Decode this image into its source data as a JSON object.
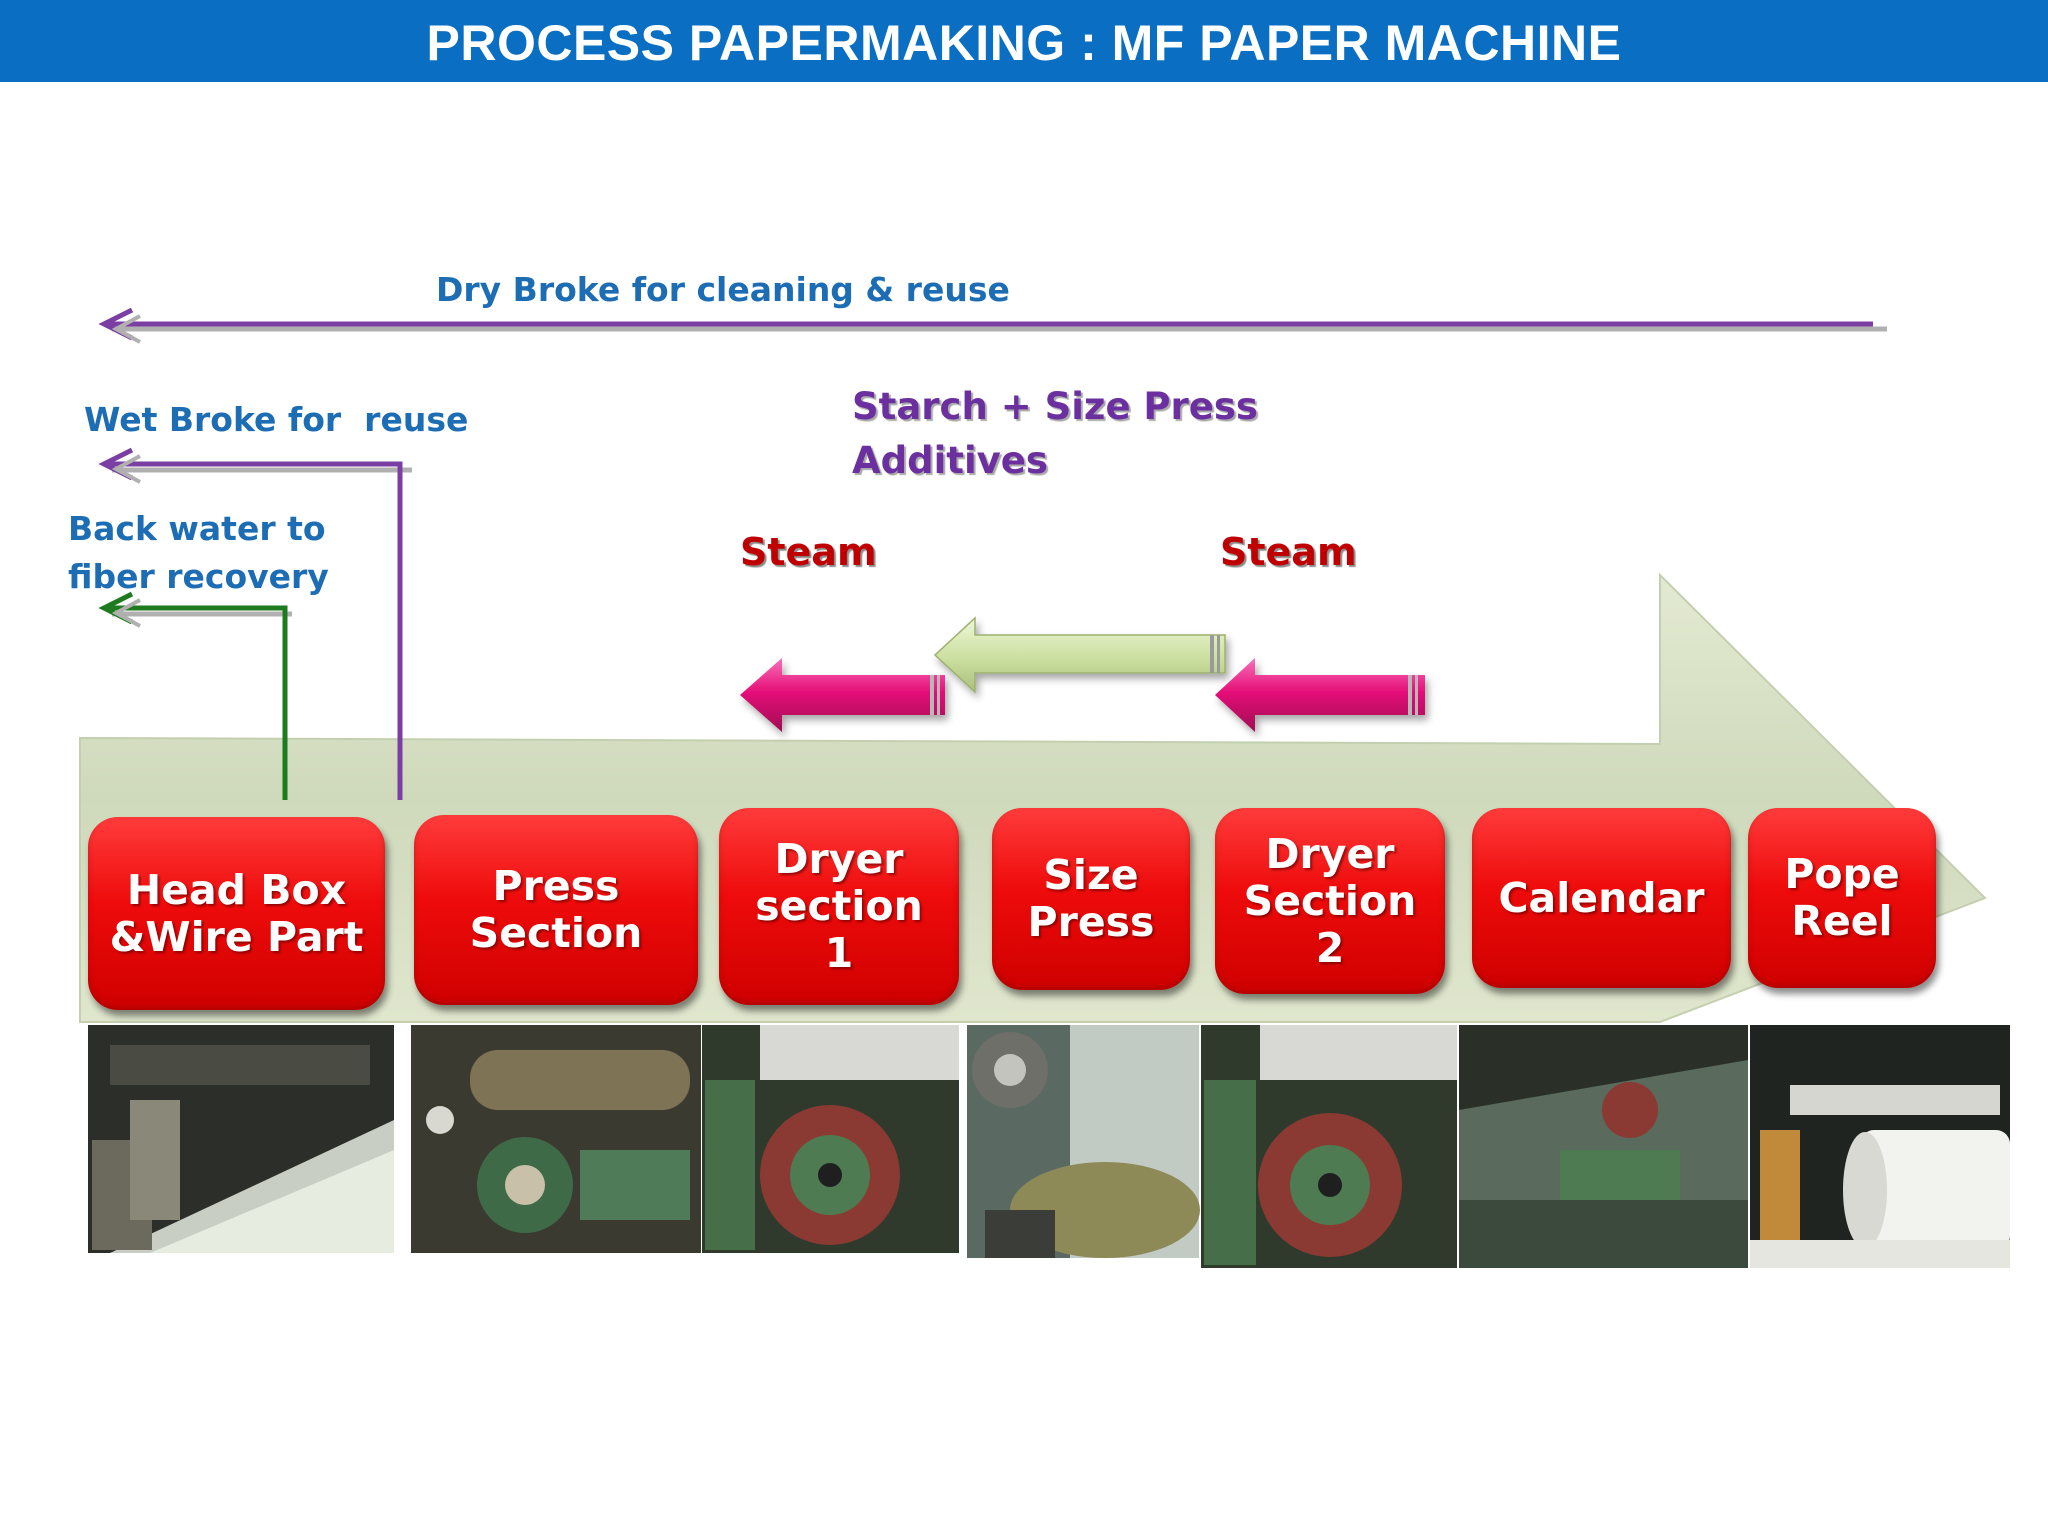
{
  "title": "PROCESS PAPERMAKING : MF PAPER MACHINE",
  "colors": {
    "title_bar": "#0a6fc2",
    "stage_box": "#ee0b0b",
    "flow_arrow": "#d3dcc0",
    "broke_line": "#7b3fa3",
    "water_line": "#1e7a1e",
    "steam_arrow": "#e0147a",
    "starch_arrow": "#cfe2a4"
  },
  "labels": {
    "dry_broke": "Dry Broke for cleaning & reuse",
    "wet_broke": "Wet Broke for  reuse",
    "back_water": "Back water to\nfiber recovery",
    "starch": "Starch + Size Press\nAdditives",
    "steam_1": "Steam",
    "steam_2": "Steam"
  },
  "stages": [
    {
      "label": "Head Box\n&Wire Part",
      "photo": "wire-section-photo"
    },
    {
      "label": "Press\nSection",
      "photo": "press-rolls-photo"
    },
    {
      "label": "Dryer\nsection\n1",
      "photo": "dryer-cylinders-photo"
    },
    {
      "label": "Size\nPress",
      "photo": "size-press-roll-photo"
    },
    {
      "label": "Dryer\nSection\n2",
      "photo": "dryer-cylinders-photo"
    },
    {
      "label": "Calendar",
      "photo": "calender-stack-photo"
    },
    {
      "label": "Pope\nReel",
      "photo": "paper-reel-photo"
    }
  ]
}
